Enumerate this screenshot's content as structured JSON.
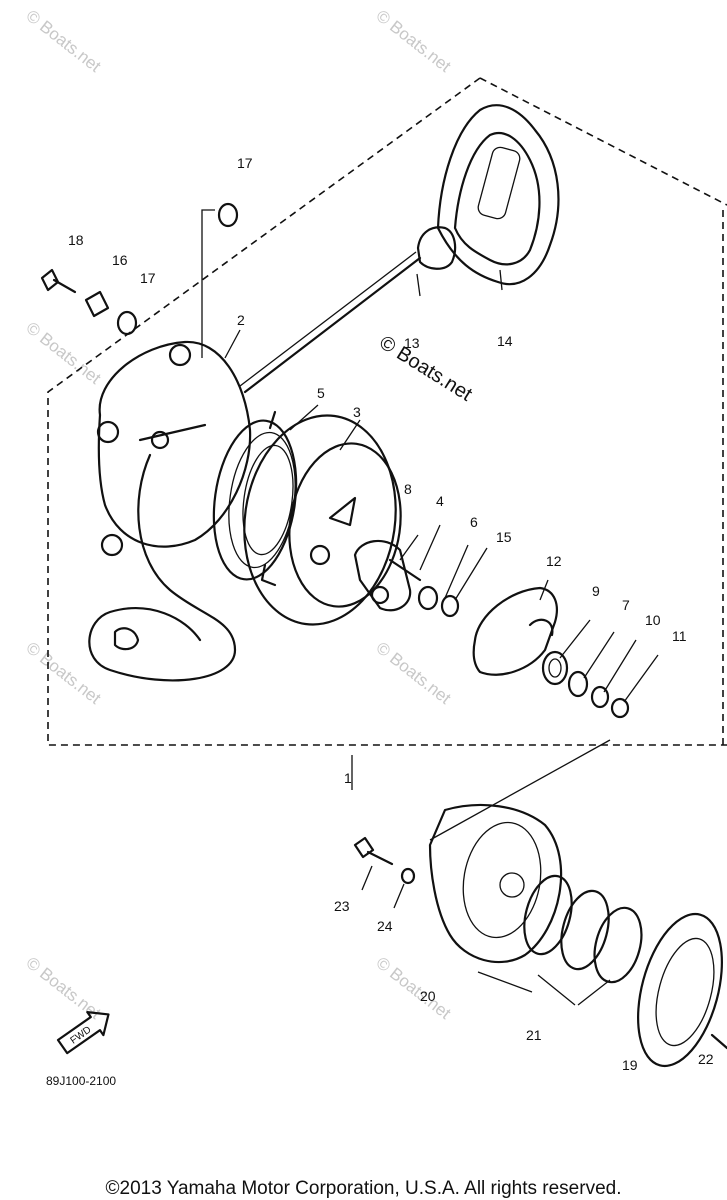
{
  "diagram": {
    "part_numbers": [
      "1",
      "2",
      "3",
      "4",
      "5",
      "6",
      "7",
      "8",
      "9",
      "10",
      "11",
      "12",
      "13",
      "14",
      "15",
      "16",
      "17",
      "17",
      "18",
      "19",
      "20",
      "21",
      "22",
      "23",
      "24"
    ],
    "drawing_code": "89J100-2100",
    "fwd_label": "FWD",
    "watermark": "© Boats.net"
  },
  "footer": {
    "copyright": "©2013 Yamaha Motor Corporation, U.S.A. All rights reserved."
  }
}
